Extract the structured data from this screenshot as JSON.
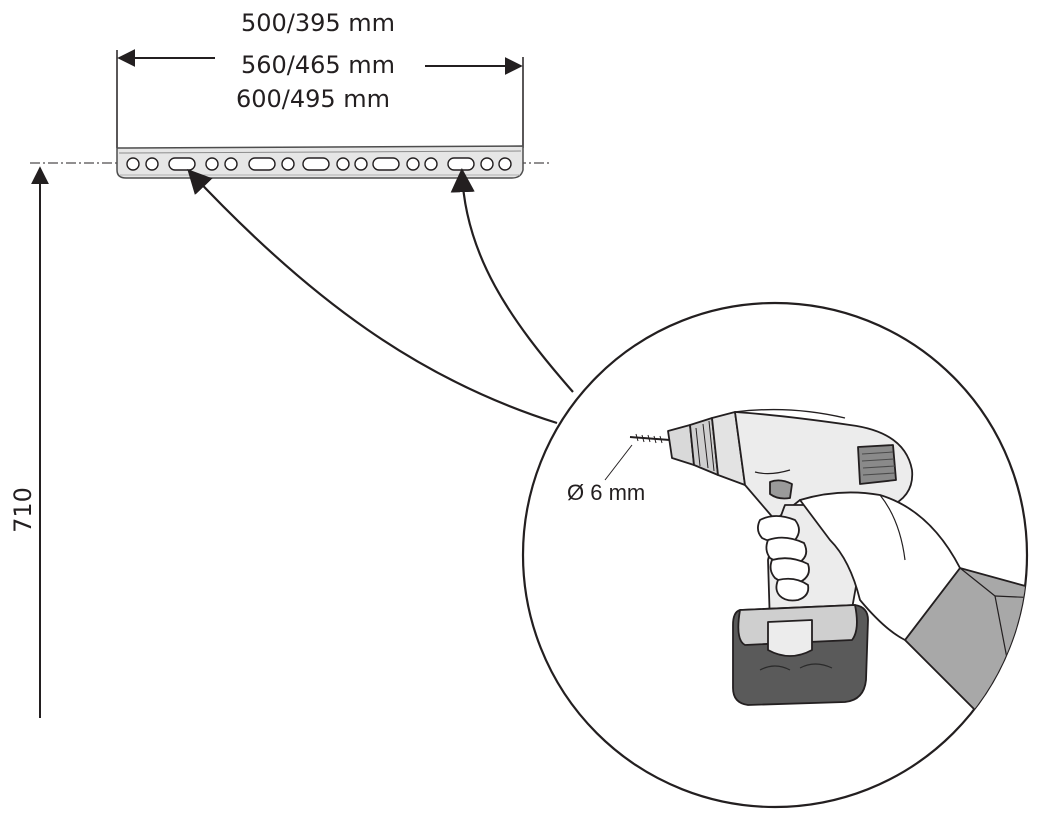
{
  "dimensions": {
    "widths": [
      "500/395 mm",
      "560/465 mm",
      "600/495 mm"
    ],
    "height": "710"
  },
  "drill": {
    "bit_label": "Ø 6 mm"
  },
  "colors": {
    "line": "#231f20",
    "rail_fill": "#e6e6e6",
    "rail_stroke": "#4d4d4d",
    "drill_body": "#ececec",
    "drill_dark": "#5a5a5a",
    "sleeve": "#a8a8a8"
  }
}
